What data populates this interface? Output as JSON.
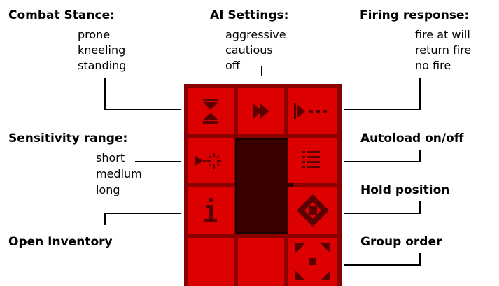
{
  "labels": {
    "combat_stance": {
      "title": "Combat Stance:",
      "options": [
        "prone",
        "kneeling",
        "standing"
      ]
    },
    "ai_settings": {
      "title": "AI Settings:",
      "options": [
        "aggressive",
        "cautious",
        "off"
      ]
    },
    "firing_response": {
      "title": "Firing response:",
      "options": [
        "fire at will",
        "return fire",
        "no fire"
      ]
    },
    "sensitivity_range": {
      "title": "Sensitivity range:",
      "options": [
        "short",
        "medium",
        "long"
      ]
    },
    "autoload": {
      "title": "Autoload on/off"
    },
    "hold_position": {
      "title": "Hold position"
    },
    "open_inventory": {
      "title": "Open Inventory"
    },
    "group_order": {
      "title": "Group order"
    }
  },
  "panel": {
    "buttons": [
      {
        "name": "combat-stance-button",
        "icon": "stance-hourglass-icon"
      },
      {
        "name": "ai-settings-button",
        "icon": "double-arrow-icon"
      },
      {
        "name": "firing-response-button",
        "icon": "fire-dash-arrow-icon"
      },
      {
        "name": "sensitivity-range-button",
        "icon": "sensor-burst-icon"
      },
      {
        "name": "autoload-button",
        "icon": "ammo-clip-icon"
      },
      {
        "name": "open-inventory-button",
        "icon": "info-icon"
      },
      {
        "name": "hold-position-button",
        "icon": "diamond-stop-icon"
      },
      {
        "name": "group-order-button",
        "icon": "converge-arrows-icon"
      }
    ]
  },
  "colors": {
    "panel_frame": "#8a0000",
    "button_face": "#dd0000",
    "icon": "#5a0000",
    "screen": "#3a0000"
  }
}
